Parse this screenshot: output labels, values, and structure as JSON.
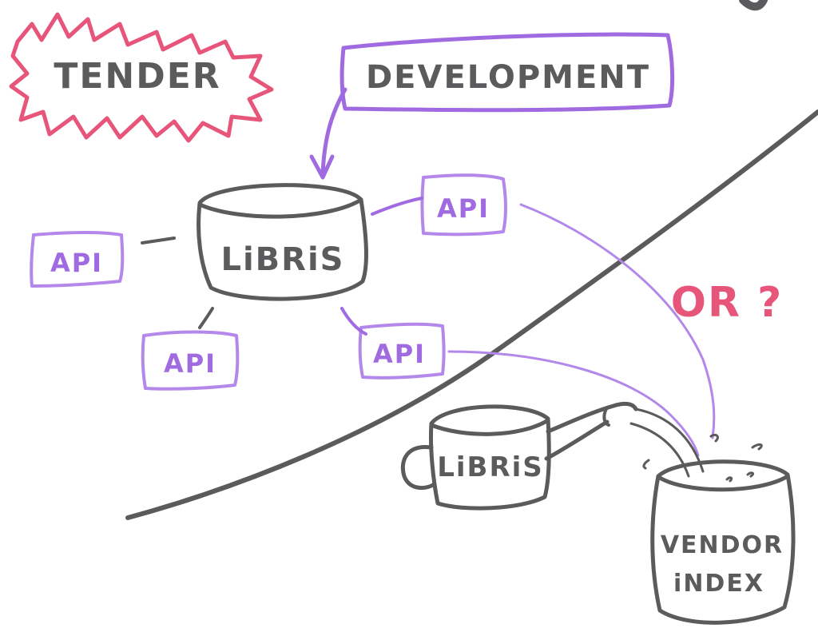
{
  "labels": {
    "tender": "TENDER",
    "development": "DEVELOPMENT",
    "libris_main": "LiBRiS",
    "libris_cup": "LiBRiS",
    "or": "OR ?",
    "vendor_line1": "VENDOR",
    "vendor_line2": "iNDEX"
  },
  "api_boxes": [
    {
      "label": "API"
    },
    {
      "label": "API"
    },
    {
      "label": "API"
    },
    {
      "label": "API"
    }
  ],
  "colors": {
    "gray_ink": "#5b5b5d",
    "purple_ink": "#a06be0",
    "red_ink": "#e8557a",
    "background": "#ffffff"
  }
}
